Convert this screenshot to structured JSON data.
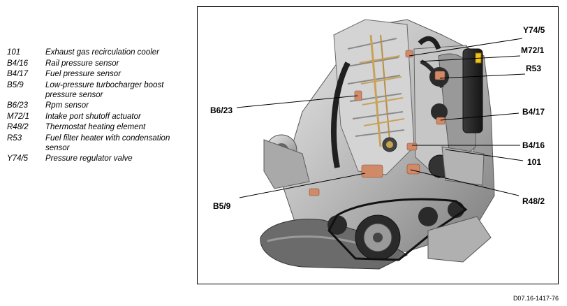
{
  "legend": [
    {
      "code": "101",
      "desc": "Exhaust gas recirculation cooler"
    },
    {
      "code": "B4/16",
      "desc": "Rail pressure sensor"
    },
    {
      "code": "B4/17",
      "desc": "Fuel pressure sensor"
    },
    {
      "code": "B5/9",
      "desc": "Low-pressure turbocharger boost pressure sensor"
    },
    {
      "code": "B6/23",
      "desc": "Rpm sensor"
    },
    {
      "code": "M72/1",
      "desc": "Intake port shutoff actuator"
    },
    {
      "code": "R48/2",
      "desc": "Thermostat heating element"
    },
    {
      "code": "R53",
      "desc": "Fuel filter heater with condensation sensor"
    },
    {
      "code": "Y74/5",
      "desc": "Pressure regulator valve"
    }
  ],
  "callouts": {
    "y74_5": "Y74/5",
    "m72_1": "M72/1",
    "r53": "R53",
    "b6_23": "B6/23",
    "b4_17": "B4/17",
    "b4_16": "B4/16",
    "c101": "101",
    "b5_9": "B5/9",
    "r48_2": "R48/2"
  },
  "doc_ref": "D07.16-1417-76"
}
